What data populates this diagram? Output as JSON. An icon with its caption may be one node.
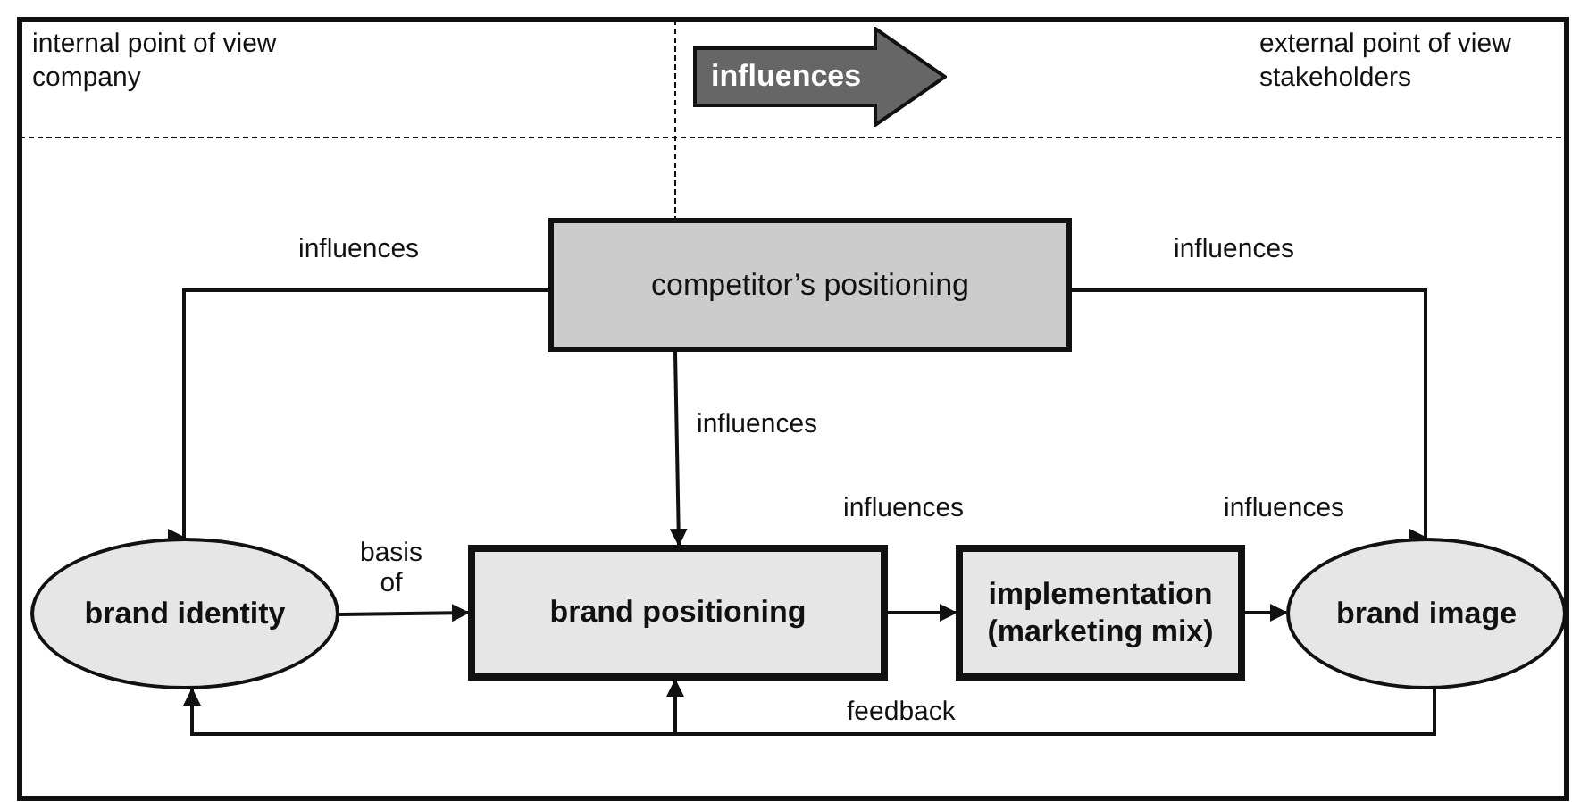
{
  "diagram": {
    "nodes": [
      {
        "text": [
          "competitor’s positioning"
        ]
      },
      {
        "text": [
          "brand identity"
        ]
      },
      {
        "text": [
          "brand positioning"
        ]
      },
      {
        "text": [
          "implementation (marketing mix)"
        ]
      },
      {
        "text": [
          "brand image"
        ]
      },
      {
        "text": [
          "influences"
        ]
      }
    ],
    "edges": [
      {
        "from": 0,
        "to": 1,
        "arrow": "to",
        "label": "influences"
      },
      {
        "from": 0,
        "to": 4,
        "arrow": "to",
        "label": "influences"
      },
      {
        "from": 0,
        "to": 2,
        "arrow": "to",
        "label": "influences"
      },
      {
        "from": 1,
        "to": 2,
        "arrow": "to",
        "label": "basis of"
      },
      {
        "from": 2,
        "to": 3,
        "arrow": "to",
        "label": "influences"
      },
      {
        "from": 3,
        "to": 4,
        "arrow": "to",
        "label": "influences"
      },
      {
        "from": 4,
        "to": 1,
        "arrow": "to",
        "label": "feedback"
      },
      {
        "from": 4,
        "to": 2,
        "arrow": "to"
      }
    ],
    "labels": [
      "internal point of view",
      "company",
      "external point of view",
      "stakeholders"
    ]
  }
}
